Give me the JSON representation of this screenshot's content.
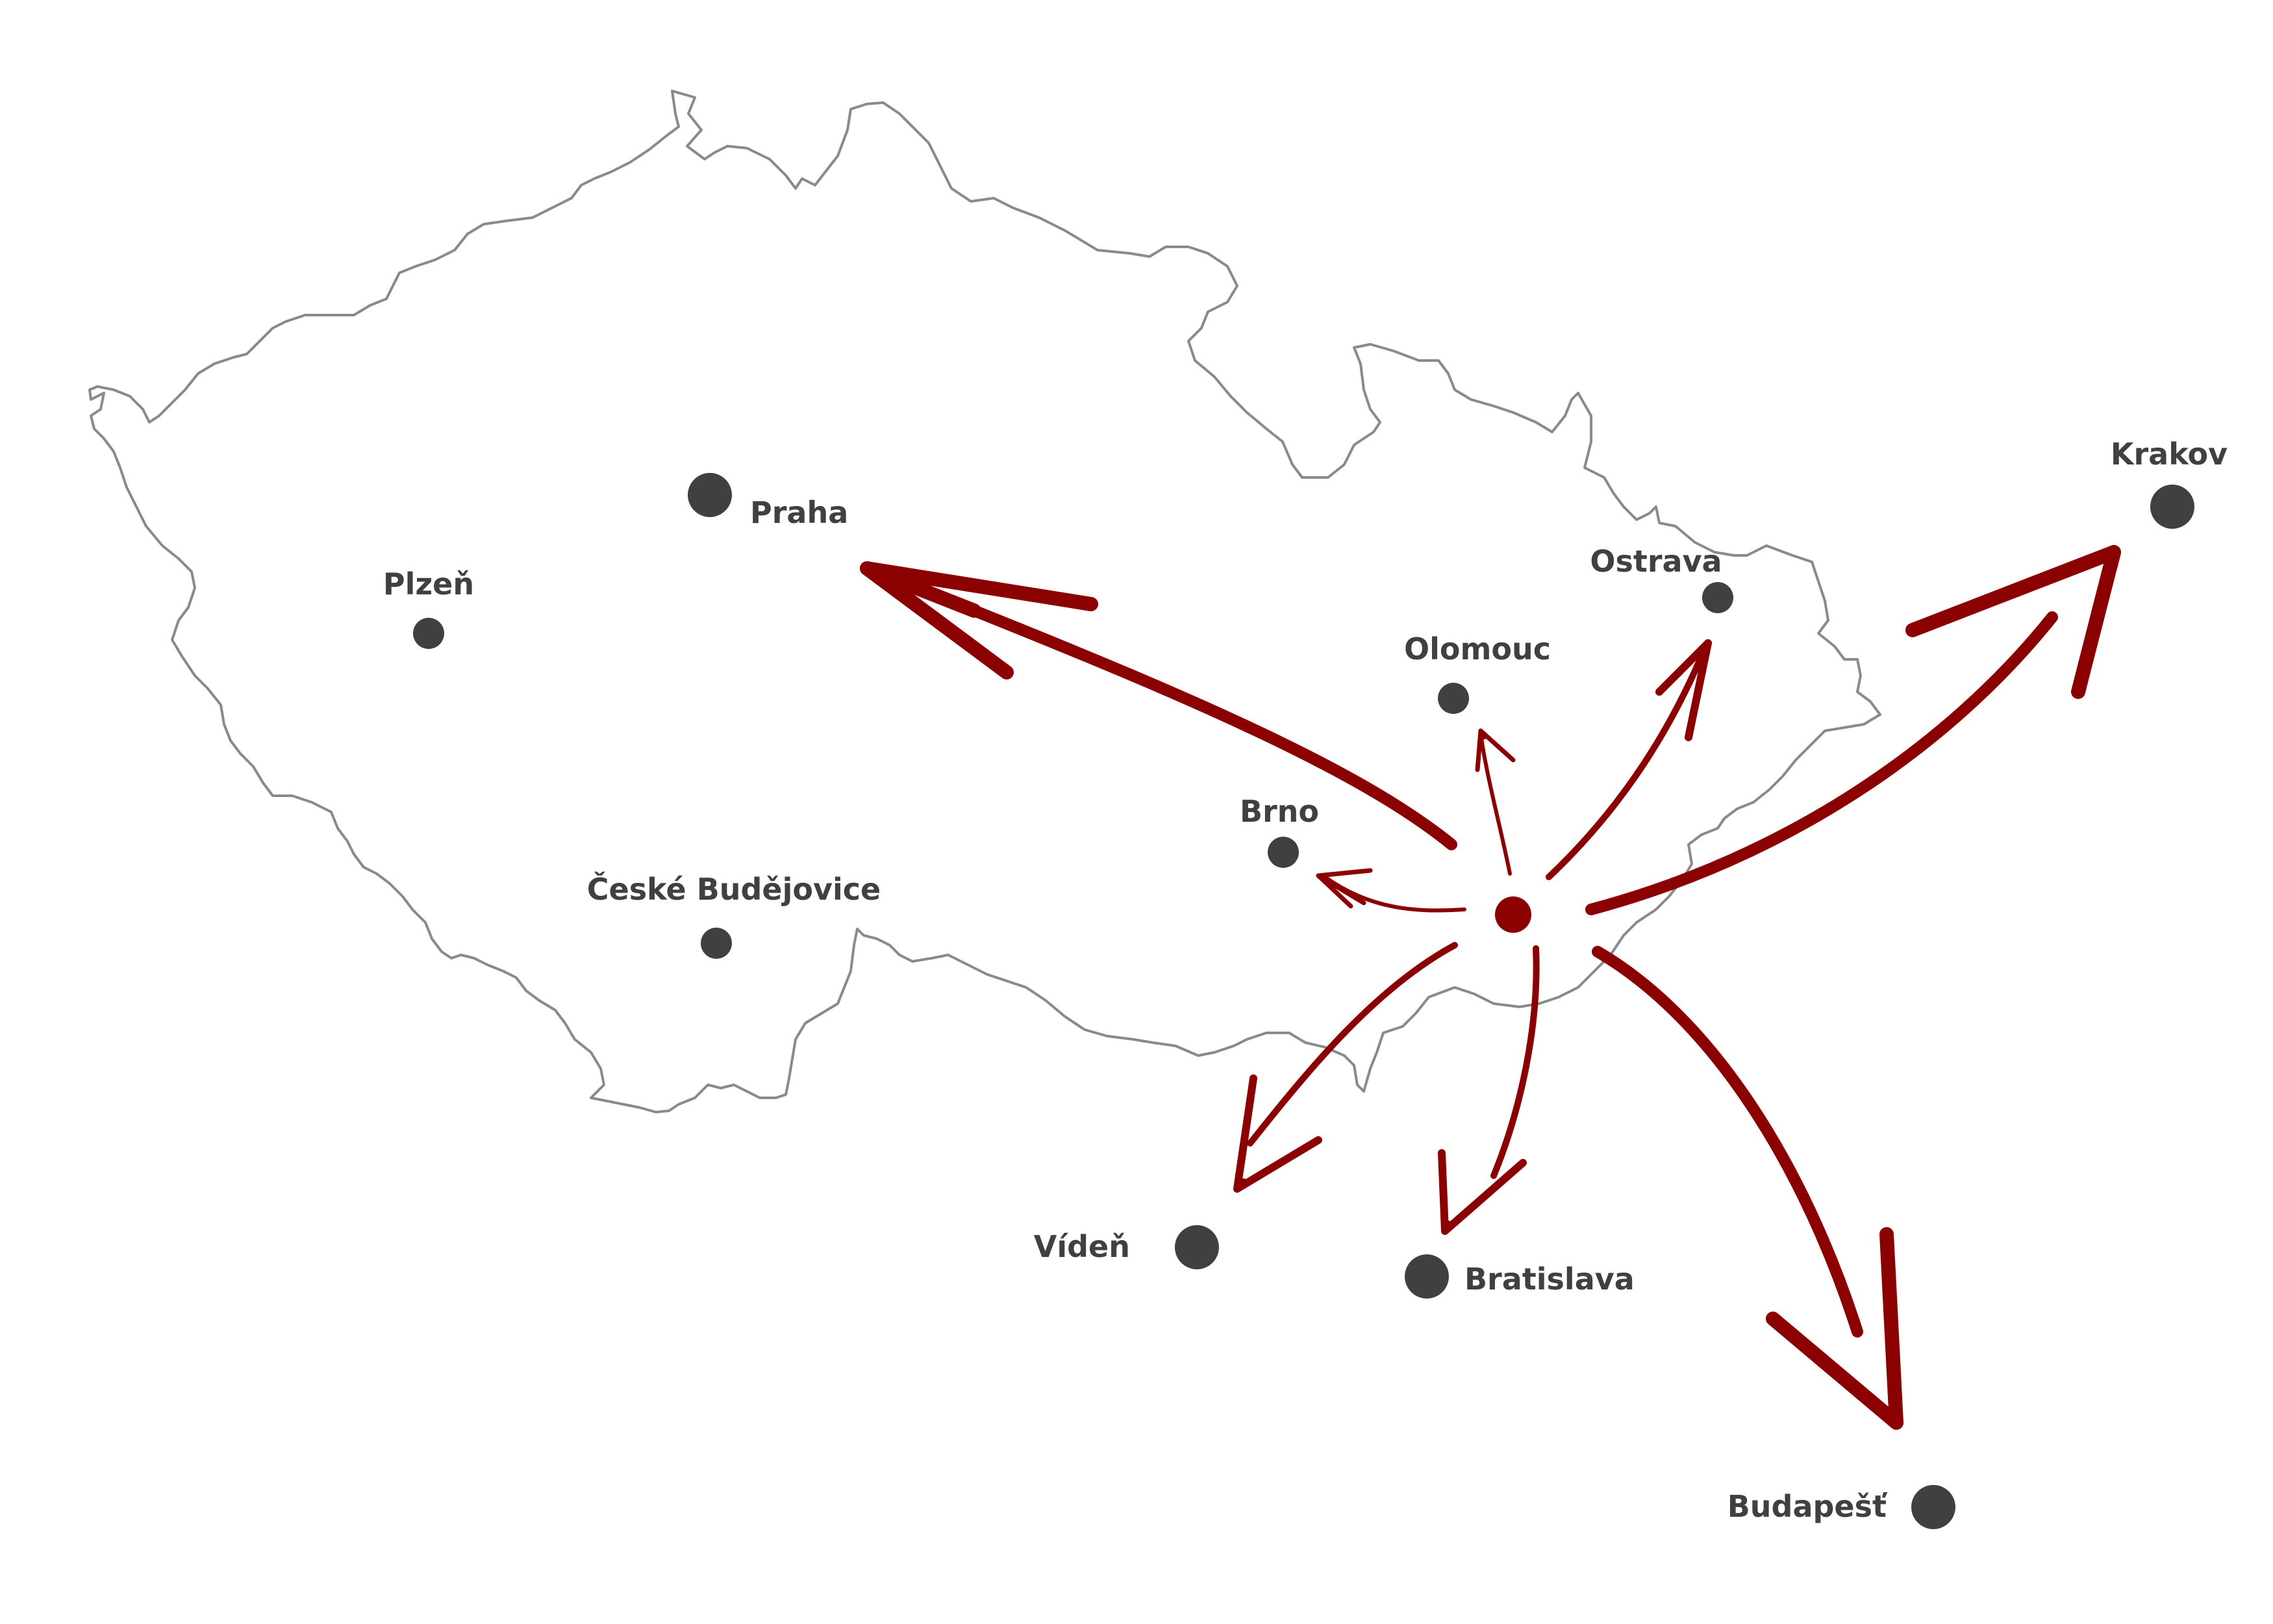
{
  "colors": {
    "accent": "#8b0000",
    "dot": "#404040",
    "label": "#404040",
    "border": "#8a8a8a"
  },
  "origin": {
    "icon": "origin-dot-icon"
  },
  "cities": [
    {
      "id": "praha",
      "label": "Praha",
      "size": "large"
    },
    {
      "id": "plzen",
      "label": "Plzeň",
      "size": "small"
    },
    {
      "id": "ceske-budejovice",
      "label": "České Budějovice",
      "size": "small"
    },
    {
      "id": "brno",
      "label": "Brno",
      "size": "small"
    },
    {
      "id": "olomouc",
      "label": "Olomouc",
      "size": "small"
    },
    {
      "id": "ostrava",
      "label": "Ostrava",
      "size": "small"
    },
    {
      "id": "krakov",
      "label": "Krakov",
      "size": "large"
    },
    {
      "id": "viden",
      "label": "Vídeň",
      "size": "large"
    },
    {
      "id": "bratislava",
      "label": "Bratislava",
      "size": "large"
    },
    {
      "id": "budapest",
      "label": "Budapešť",
      "size": "large"
    }
  ],
  "arrows": [
    {
      "to": "praha",
      "weight": "heavy"
    },
    {
      "to": "brno",
      "weight": "light"
    },
    {
      "to": "olomouc",
      "weight": "light"
    },
    {
      "to": "ostrava",
      "weight": "medium"
    },
    {
      "to": "krakov",
      "weight": "heavy"
    },
    {
      "to": "viden",
      "weight": "medium"
    },
    {
      "to": "bratislava",
      "weight": "medium"
    },
    {
      "to": "budapest",
      "weight": "heavy"
    }
  ]
}
